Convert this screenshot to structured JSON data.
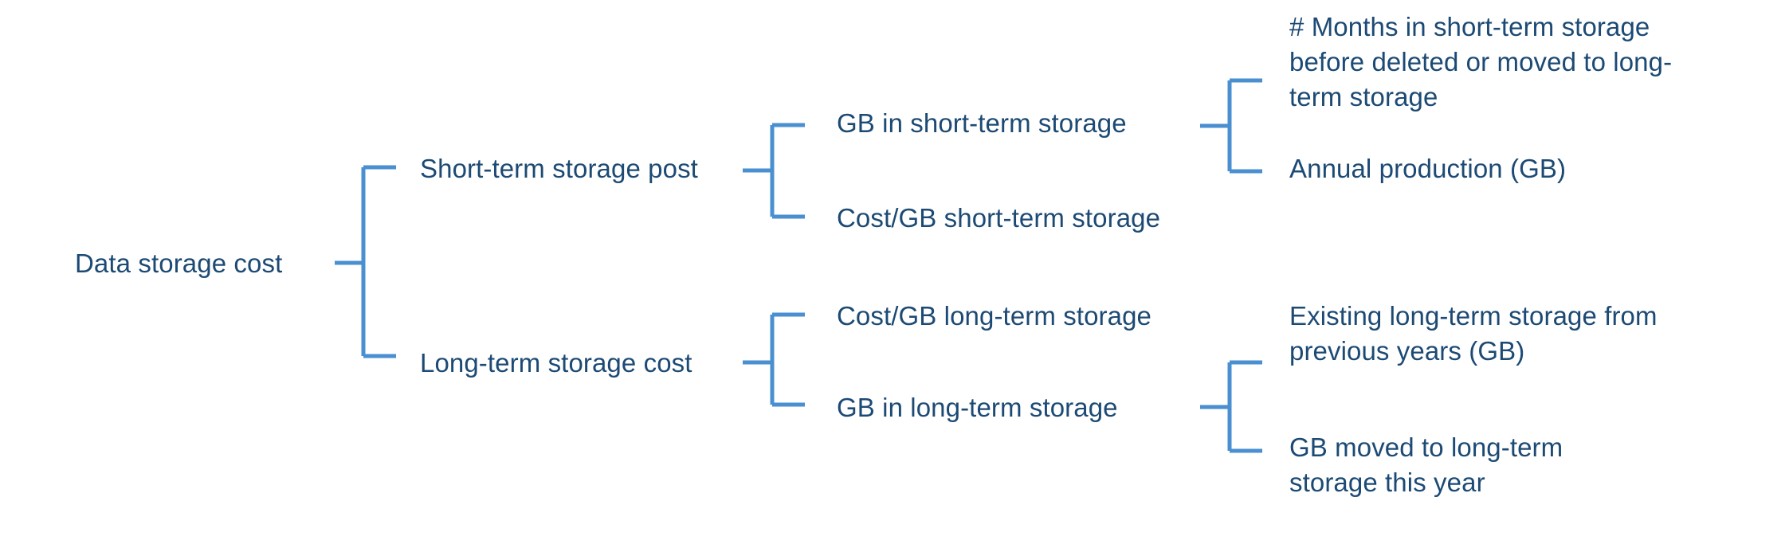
{
  "diagram": {
    "type": "driver-tree",
    "orientation": "left-to-right",
    "title": "Data storage cost",
    "colors": {
      "text": "#1c4a74",
      "connector": "#4a8fd0",
      "background": "#ffffff"
    },
    "levels": 4
  },
  "nodes": {
    "root": {
      "label": "Data storage cost",
      "level": 1
    },
    "short_term_post": {
      "label": "Short-term storage post",
      "level": 2
    },
    "long_term_cost": {
      "label": "Long-term storage cost",
      "level": 2
    },
    "gb_short_term": {
      "label": "GB in short-term storage",
      "level": 3
    },
    "cost_gb_short_term": {
      "label": "Cost/GB short-term storage",
      "level": 3
    },
    "cost_gb_long_term": {
      "label": "Cost/GB long-term storage",
      "level": 3
    },
    "gb_long_term": {
      "label": "GB in long-term storage",
      "level": 3
    },
    "months_short_term": {
      "label": "# Months in short-term storage before deleted or moved to long-term storage",
      "level": 4
    },
    "annual_production": {
      "label": "Annual production (GB)",
      "level": 4
    },
    "existing_long_term": {
      "label": "Existing long-term storage from previous years (GB)",
      "level": 4
    },
    "gb_moved_long_term": {
      "label": "GB moved to long-term storage this year",
      "level": 4
    }
  },
  "edges": [
    {
      "from": "root",
      "to": "short_term_post"
    },
    {
      "from": "root",
      "to": "long_term_cost"
    },
    {
      "from": "short_term_post",
      "to": "gb_short_term"
    },
    {
      "from": "short_term_post",
      "to": "cost_gb_short_term"
    },
    {
      "from": "long_term_cost",
      "to": "cost_gb_long_term"
    },
    {
      "from": "long_term_cost",
      "to": "gb_long_term"
    },
    {
      "from": "gb_short_term",
      "to": "months_short_term"
    },
    {
      "from": "gb_short_term",
      "to": "annual_production"
    },
    {
      "from": "gb_long_term",
      "to": "existing_long_term"
    },
    {
      "from": "gb_long_term",
      "to": "gb_moved_long_term"
    }
  ]
}
